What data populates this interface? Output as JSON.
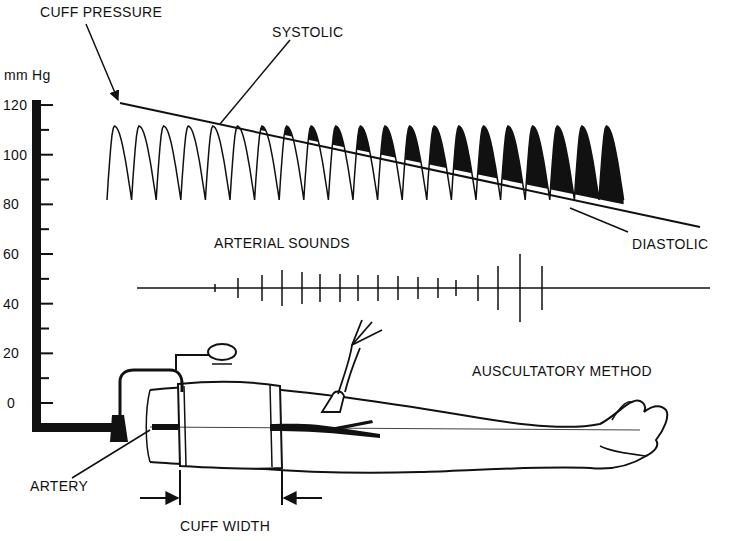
{
  "diagram": {
    "labels": [
      "CUFF PRESSURE",
      "SYSTOLIC",
      "mm Hg",
      "120",
      "100",
      "80",
      "60",
      "40",
      "20",
      "0",
      "ARTERIAL SOUNDS",
      "DIASTOLIC",
      "AUSCULTATORY METHOD",
      "ARTERY",
      "CUFF WIDTH"
    ]
  }
}
